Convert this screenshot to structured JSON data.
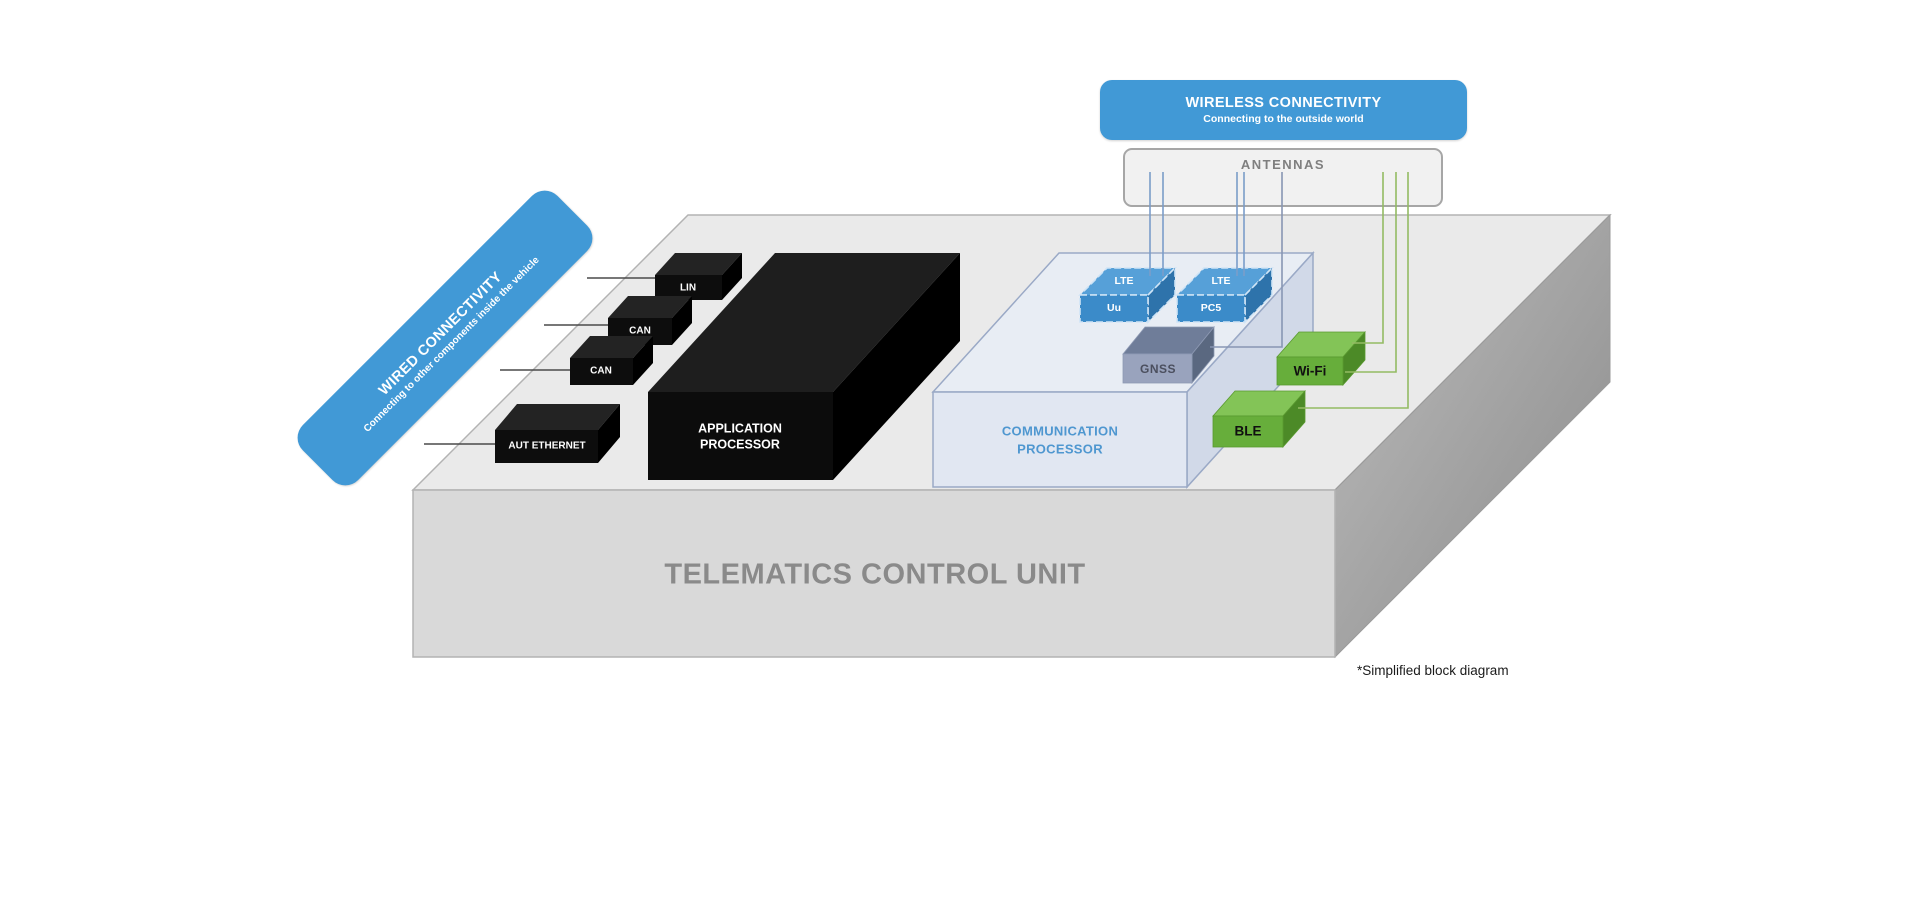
{
  "wireless_banner": {
    "title": "WIRELESS CONNECTIVITY",
    "subtitle": "Connecting to the outside world"
  },
  "wired_banner": {
    "title": "WIRED CONNECTIVITY",
    "subtitle": "Connecting to other components inside the vehicle"
  },
  "antennas": {
    "label": "ANTENNAS"
  },
  "unit": {
    "title": "TELEMATICS CONTROL UNIT"
  },
  "footnote": "*Simplified block diagram",
  "application_processor": {
    "line1": "APPLICATION",
    "line2": "PROCESSOR"
  },
  "communication_processor": {
    "line1": "COMMUNICATION",
    "line2": "PROCESSOR"
  },
  "wired_modules": {
    "lin": "LIN",
    "can1": "CAN",
    "can2": "CAN",
    "ethernet": "AUT ETHERNET"
  },
  "wireless_modules": {
    "lte_uu": {
      "top": "LTE",
      "front": "Uu"
    },
    "lte_pc5": {
      "top": "LTE",
      "front": "PC5"
    },
    "gnss": "GNSS",
    "wifi": "Wi-Fi",
    "ble": "BLE"
  },
  "colors": {
    "banner_blue": "#4199d6",
    "lte_blue": "#3b8bc9",
    "module_green": "#67ae3b",
    "gnss_slate": "#99a3bd",
    "line_blue": "#7b9dc9",
    "line_green": "#93bb63",
    "line_slate": "#8896b3",
    "slab_gray": "#d9d9d9",
    "title_gray": "#8a8a8a"
  }
}
